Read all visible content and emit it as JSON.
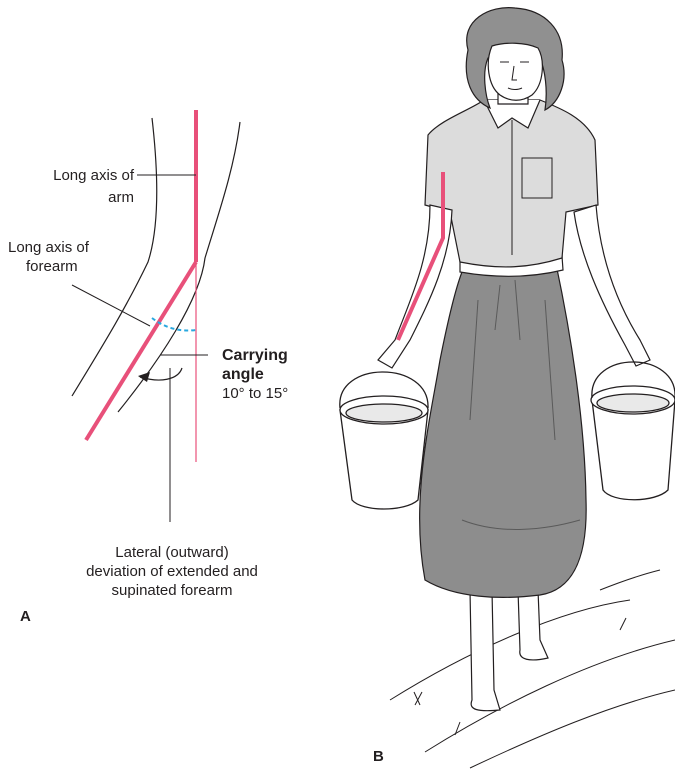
{
  "labels": {
    "arm_axis": [
      "Long axis of",
      "arm"
    ],
    "forearm_axis": [
      "Long axis of",
      "forearm"
    ],
    "carrying_angle_title": [
      "Carrying",
      "angle"
    ],
    "carrying_angle_range": "10° to 15°",
    "deviation": [
      "Lateral (outward)",
      "deviation of extended and",
      "supinated forearm"
    ]
  },
  "panels": {
    "a": "A",
    "b": "B"
  },
  "colors": {
    "axis_line": "#e8507a",
    "angle_arc": "#29a8df",
    "skirt": "#8d8d8d",
    "blouse": "#dcdcdc",
    "hair": "#909090",
    "line": "#231f20"
  }
}
